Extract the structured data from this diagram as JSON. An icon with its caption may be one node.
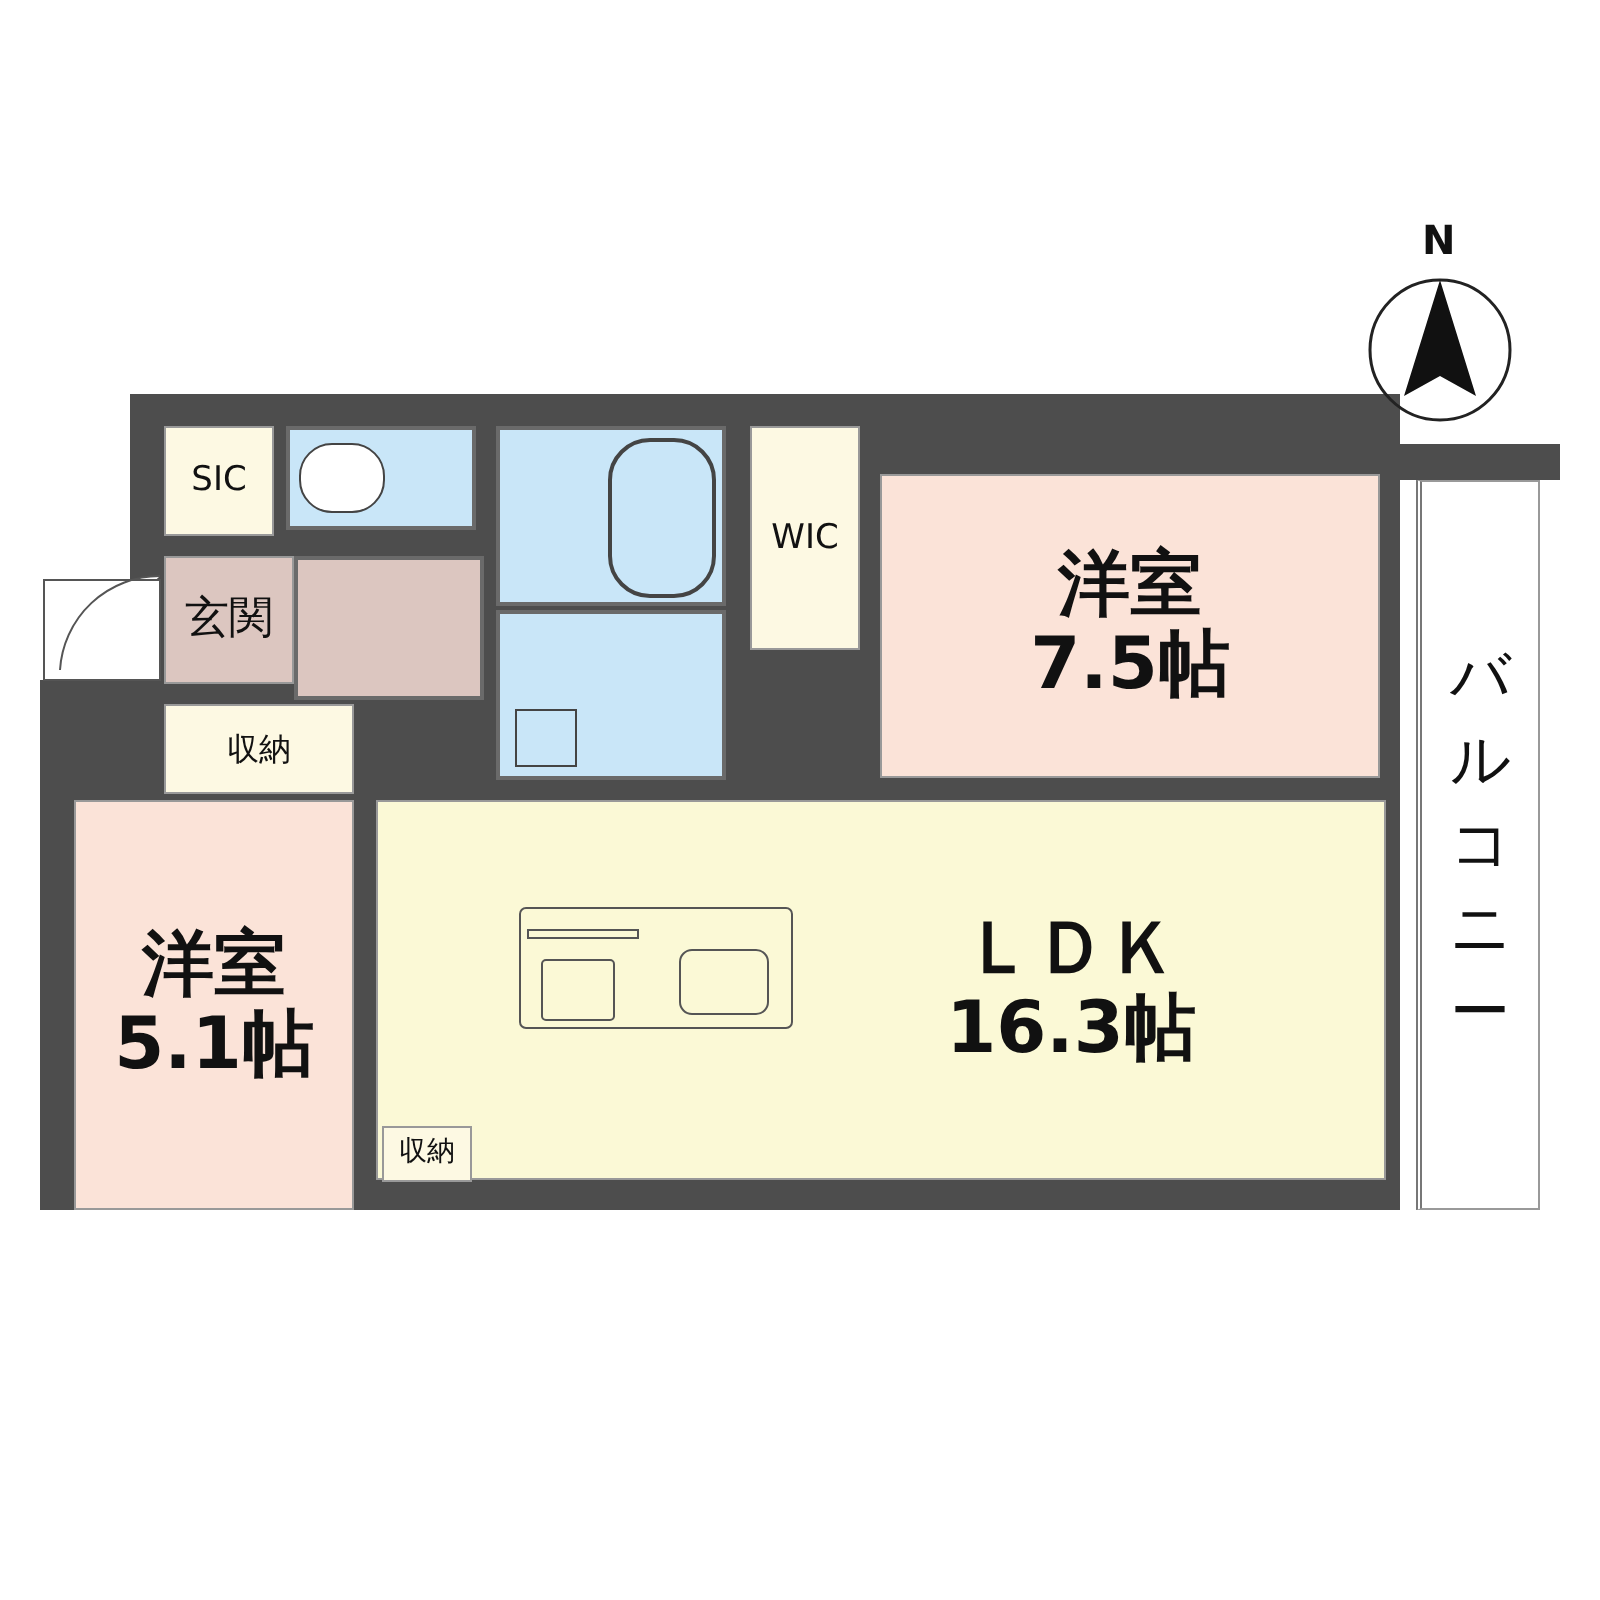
{
  "diagram": {
    "nodes": [
      {
        "text": [
          "SIC"
        ]
      },
      {
        "text": [
          "玄関"
        ]
      },
      {
        "text": [
          "収納"
        ]
      },
      {
        "text": [
          "WIC"
        ]
      },
      {
        "text": [
          "洋室",
          "7.5帖"
        ]
      },
      {
        "text": [
          "洋室",
          "5.1帖"
        ]
      },
      {
        "text": [
          "ＬＤＫ",
          "16.3帖"
        ]
      },
      {
        "text": [
          "収納"
        ],
        "in": 6
      },
      {
        "text": [
          "バルコニー"
        ]
      },
      {
        "text": [],
        "shape": "box"
      },
      {
        "text": [],
        "shape": "box"
      },
      {
        "text": [],
        "shape": "box"
      },
      {
        "text": [],
        "shape": "box"
      }
    ],
    "edges": [],
    "labels": [
      "N"
    ]
  }
}
